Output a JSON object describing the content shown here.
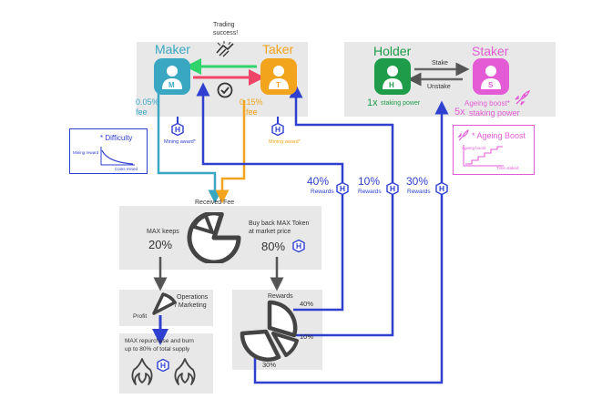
{
  "trade": {
    "success_line1": "Trading",
    "success_line2": "success!"
  },
  "maker": {
    "title": "Maker",
    "avatar_letter": "M",
    "fee_rate": "0.05%",
    "fee_label": "fee",
    "award": "Mining award*"
  },
  "taker": {
    "title": "Taker",
    "avatar_letter": "T",
    "fee_rate": "0.15%",
    "fee_label": "fee",
    "award": "Mining award*"
  },
  "holder": {
    "title": "Holder",
    "avatar_letter": "H",
    "power_multiplier": "1x",
    "power_label": "staking power"
  },
  "staker": {
    "title": "Staker",
    "avatar_letter": "S",
    "ageing_line": "Ageing boost*",
    "power_multiplier": "5x",
    "power_label": "staking power"
  },
  "stake": {
    "stake_label": "Stake",
    "unstake_label": "Unstake"
  },
  "difficulty_box": {
    "title": "* Difficulty",
    "y_label": "Mining reward",
    "x_label": "Coins mined"
  },
  "ageing_box": {
    "title": "* Ageing Boost",
    "y_label": "Ageing boost",
    "x_label": "Time staked"
  },
  "rewards_split": [
    {
      "pct": "40%",
      "label": "Rewards"
    },
    {
      "pct": "10%",
      "label": "Rewards"
    },
    {
      "pct": "30%",
      "label": "Rewards"
    }
  ],
  "received_fee": "Received Fee",
  "fee_split": {
    "keeps_label": "MAX keeps",
    "keeps_pct": "20%",
    "buyback_line1": "Buy back MAX Token",
    "buyback_line2": "at market price",
    "buyback_pct": "80%"
  },
  "profit_box": {
    "profit_label": "Profit",
    "ops_line1": "Operations",
    "ops_line2": "/ Marketing"
  },
  "burn_box": {
    "line1": "MAX repurchase and burn",
    "line2": "up to 80% of total supply"
  },
  "rewards_box": {
    "title": "Rewards",
    "slice_40": "40%",
    "slice_10": "10%",
    "slice_30": "30%"
  },
  "colors": {
    "maker": "#3aa7c2",
    "taker": "#f3a41d",
    "holder": "#1e9c4a",
    "staker": "#e35cd6",
    "flow_blue": "#2f3fcf",
    "panel": "#e8e8e8",
    "dark": "#444444"
  }
}
